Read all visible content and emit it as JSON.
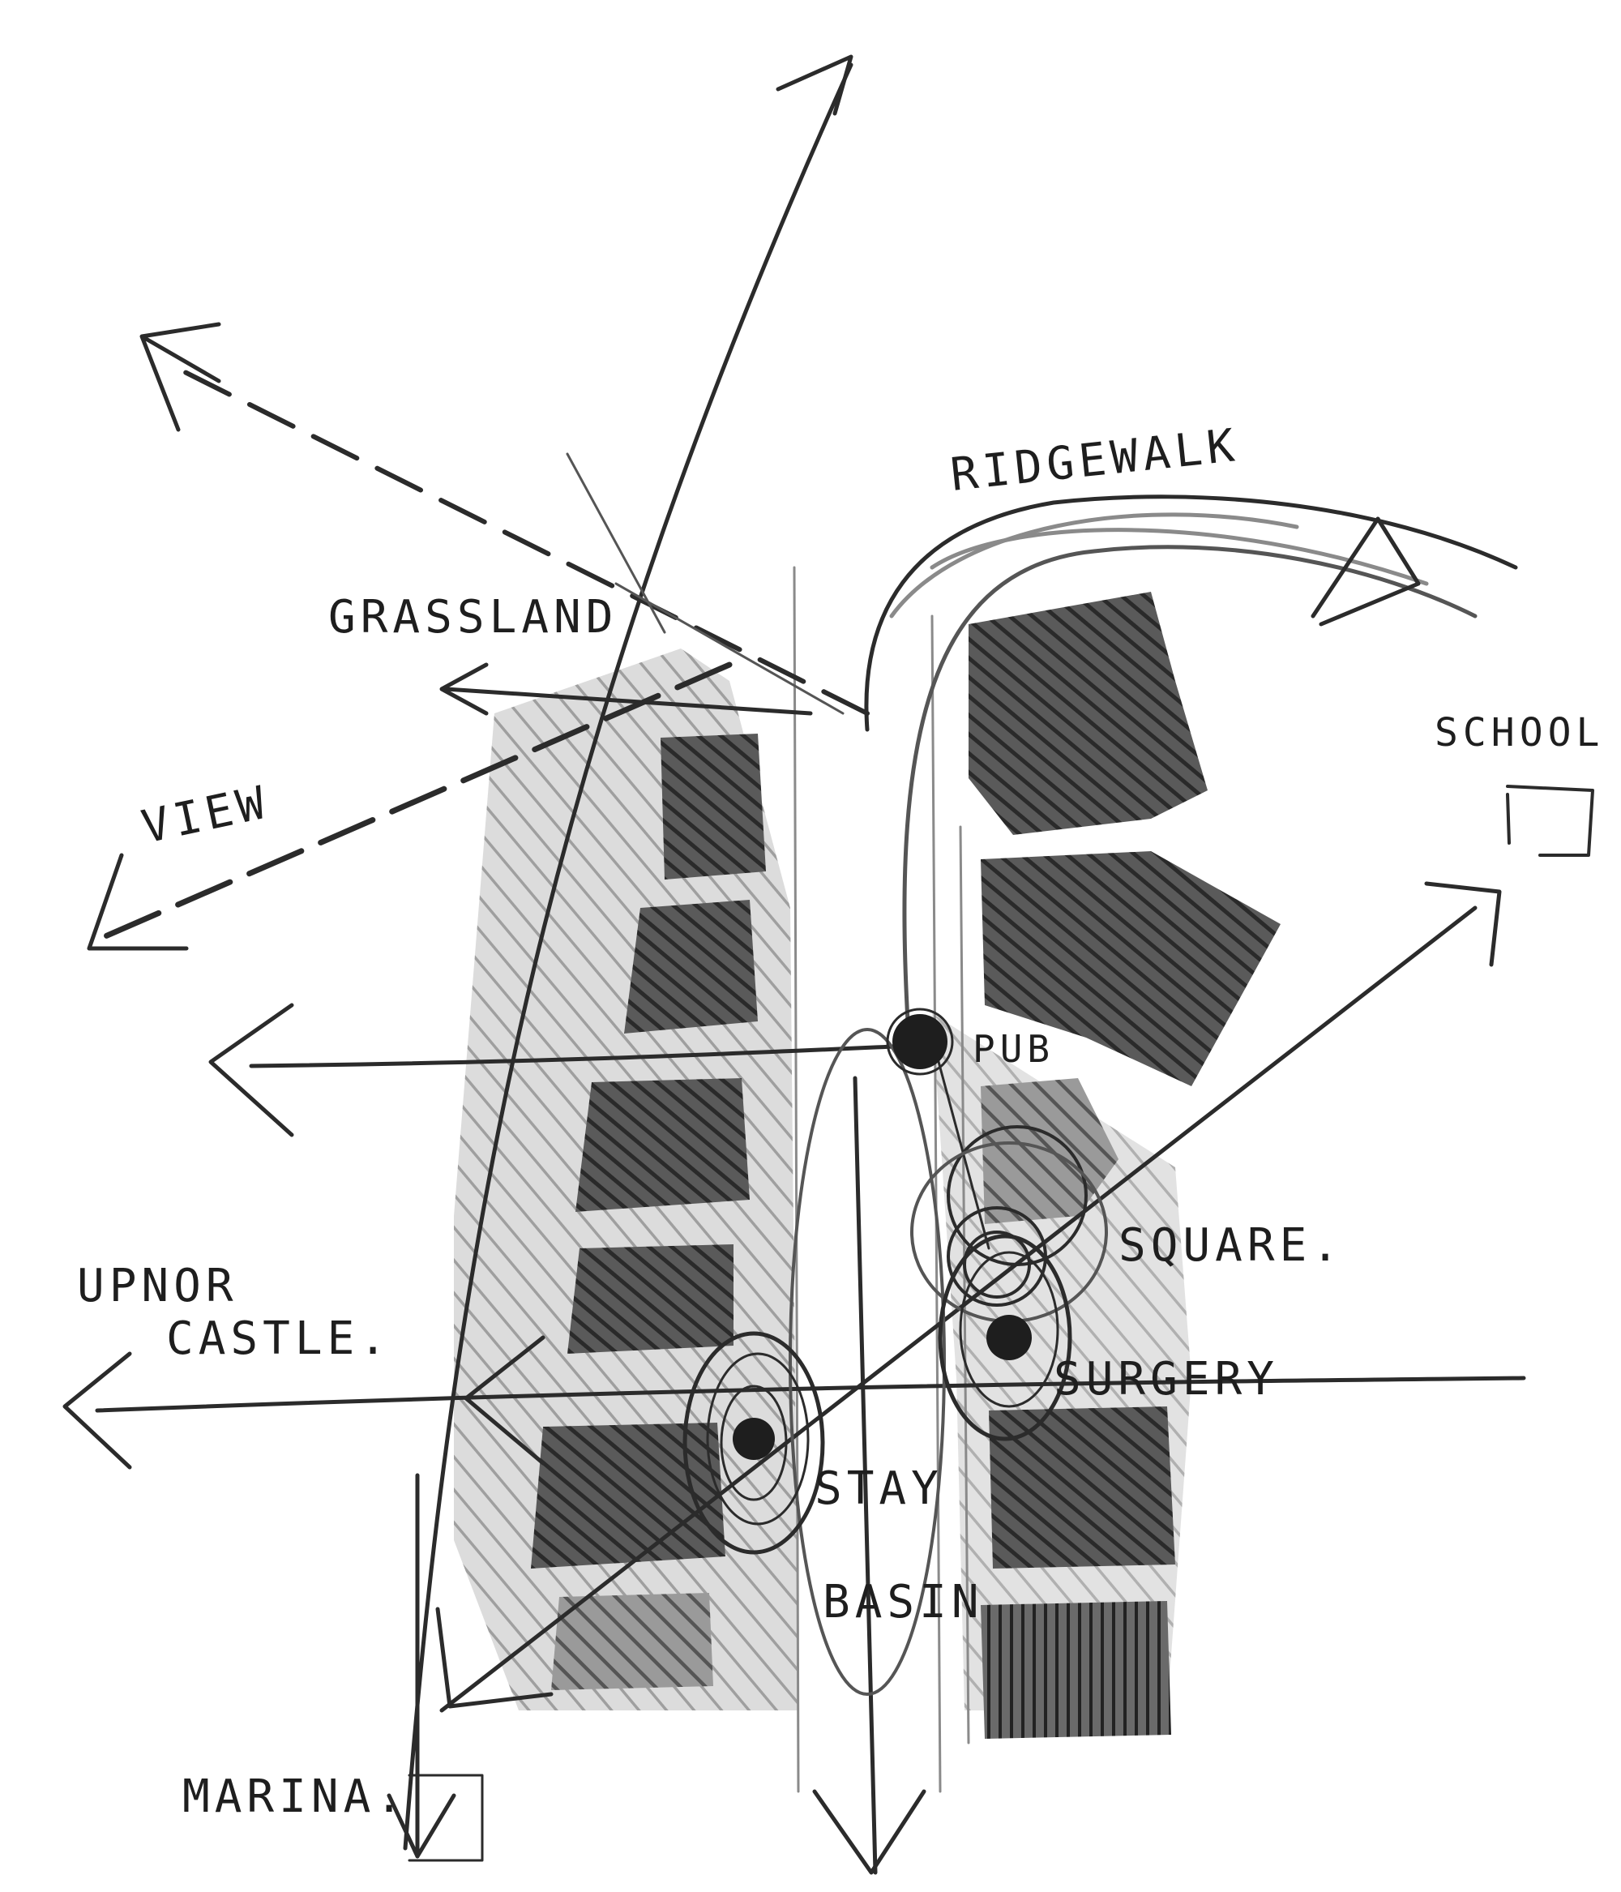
{
  "labels": {
    "ridgewalk": "RIDGEWALK",
    "grassland": "GRASSLAND",
    "school": "SCHOOL",
    "view": "VIEW",
    "pub": "PUB",
    "square": "SQUARE.",
    "upnor_castle_line1": "UPNOR",
    "upnor_castle_line2": "CASTLE.",
    "surgery": "SURGERY",
    "stay_line1": "STAY",
    "basin": "BASIN",
    "marina": "MARINA."
  },
  "colors": {
    "pencil": "#2b2b2b",
    "hatch_dark": "#3a3a3a",
    "hatch_mid": "#6e6e6e",
    "hatch_light": "#a8a8a8",
    "paper": "#ffffff"
  }
}
